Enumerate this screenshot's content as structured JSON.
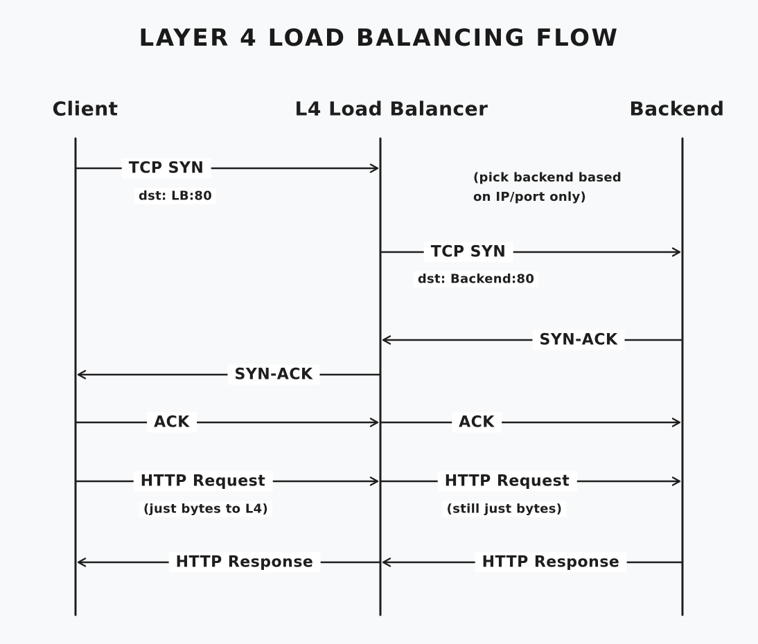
{
  "title": "LAYER 4 LOAD BALANCING FLOW",
  "colors": {
    "background": "#f8f9fa",
    "ink": "#1e1e1e",
    "label_background": "#ffffff"
  },
  "diagram": {
    "type": "sequence-diagram",
    "actors": [
      {
        "id": "client",
        "label": "Client"
      },
      {
        "id": "lb",
        "label": "L4 Load Balancer"
      },
      {
        "id": "backend",
        "label": "Backend"
      }
    ],
    "note": {
      "line1": "(pick backend based",
      "line2": "on IP/port only)"
    },
    "messages": [
      {
        "label": "TCP SYN",
        "sublabel": "dst: LB:80",
        "from": "Client",
        "to": "L4 Load Balancer",
        "direction": "right"
      },
      {
        "label": "TCP SYN",
        "sublabel": "dst: Backend:80",
        "from": "L4 Load Balancer",
        "to": "Backend",
        "direction": "right"
      },
      {
        "label": "SYN-ACK",
        "from": "Backend",
        "to": "L4 Load Balancer",
        "direction": "left"
      },
      {
        "label": "SYN-ACK",
        "from": "L4 Load Balancer",
        "to": "Client",
        "direction": "left"
      },
      {
        "label": "ACK",
        "from": "Client",
        "to": "L4 Load Balancer",
        "direction": "right"
      },
      {
        "label": "ACK",
        "from": "L4 Load Balancer",
        "to": "Backend",
        "direction": "right"
      },
      {
        "label": "HTTP Request",
        "sublabel": "(just bytes to L4)",
        "from": "Client",
        "to": "L4 Load Balancer",
        "direction": "right"
      },
      {
        "label": "HTTP Request",
        "sublabel": "(still just bytes)",
        "from": "L4 Load Balancer",
        "to": "Backend",
        "direction": "right"
      },
      {
        "label": "HTTP Response",
        "from": "L4 Load Balancer",
        "to": "Client",
        "direction": "left"
      },
      {
        "label": "HTTP Response",
        "from": "Backend",
        "to": "L4 Load Balancer",
        "direction": "left"
      }
    ]
  }
}
